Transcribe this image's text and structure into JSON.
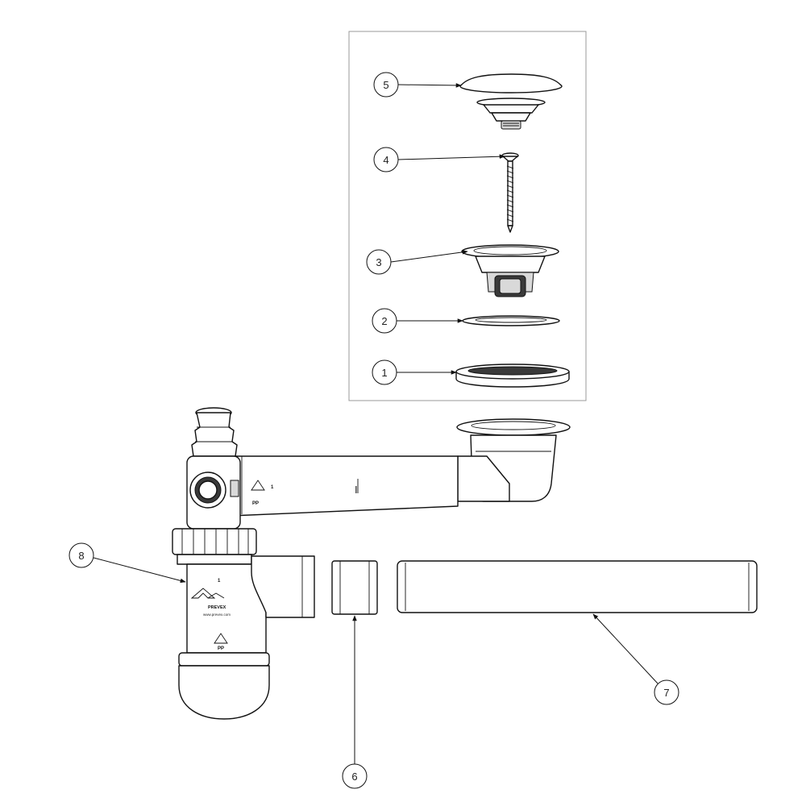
{
  "callouts": {
    "c1": "1",
    "c2": "2",
    "c3": "3",
    "c4": "4",
    "c5": "5",
    "c6": "6",
    "c7": "7",
    "c8": "8"
  },
  "markings": {
    "pipe_mark": "I",
    "arm_mark": "1",
    "trap_mark": "1",
    "material": "PP",
    "brand": "PREVEX",
    "website": "www.prevex.com"
  }
}
